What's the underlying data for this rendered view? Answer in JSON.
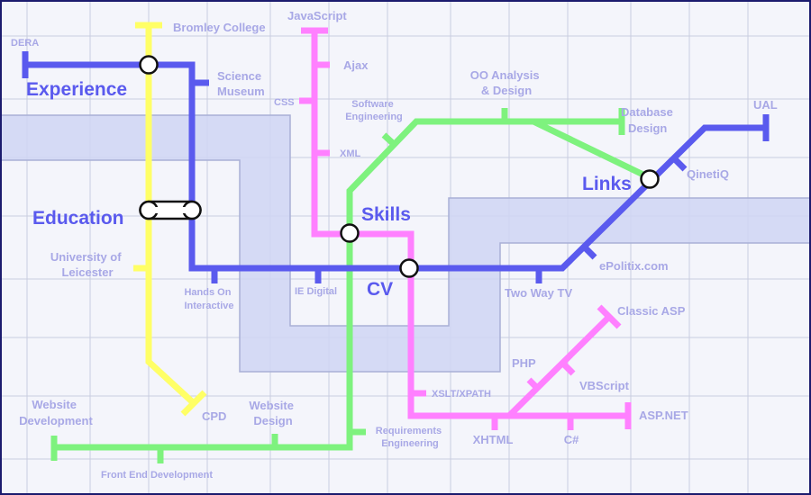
{
  "colors": {
    "background": "#f4f5fb",
    "grid": "#c9cde0",
    "zone": "#cfd5f3",
    "zone_border": "#a9b0d6",
    "experience_line": "#5a5aee",
    "education_line": "#ffff66",
    "skills_line": "#7ef27e",
    "cv_line": "#ff80ff",
    "label": "#a8a8e6",
    "hub_label": "#5a5aee"
  },
  "lines": {
    "experience": {
      "name": "Experience",
      "color_key": "experience_line"
    },
    "education": {
      "name": "Education",
      "color_key": "education_line"
    },
    "skills": {
      "name": "Skills",
      "color_key": "skills_line"
    },
    "cv": {
      "name": "CV",
      "color_key": "cv_line"
    },
    "links": {
      "name": "Links"
    }
  },
  "stations": {
    "dera": "DERA",
    "bromley_college": "Bromley College",
    "javascript": "JavaScript",
    "ajax": "Ajax",
    "science_museum": [
      "Science",
      "Museum"
    ],
    "css": "CSS",
    "software_engineering": [
      "Software",
      "Engineering"
    ],
    "oo_analysis": [
      "OO Analysis",
      "& Design"
    ],
    "database_design": [
      "Database",
      "Design"
    ],
    "ual": "UAL",
    "xml": "XML",
    "qinetiq": "QinetiQ",
    "university_of_leicester": [
      "University of",
      "Leicester"
    ],
    "epolitix": "ePolitix.com",
    "hands_on_interactive": [
      "Hands On",
      "Interactive"
    ],
    "ie_digital": "IE Digital",
    "two_way_tv": "Two Way TV",
    "classic_asp": "Classic ASP",
    "php": "PHP",
    "vbscript": "VBScript",
    "xslt_xpath": "XSLT/XPATH",
    "website_development": [
      "Website",
      "Development"
    ],
    "website_design": [
      "Website",
      "Design"
    ],
    "cpd": "CPD",
    "asp_net": "ASP.NET",
    "xhtml": "XHTML",
    "csharp": "C#",
    "requirements_engineering": [
      "Requirements",
      "Engineering"
    ],
    "front_end_development": "Front End Development"
  }
}
